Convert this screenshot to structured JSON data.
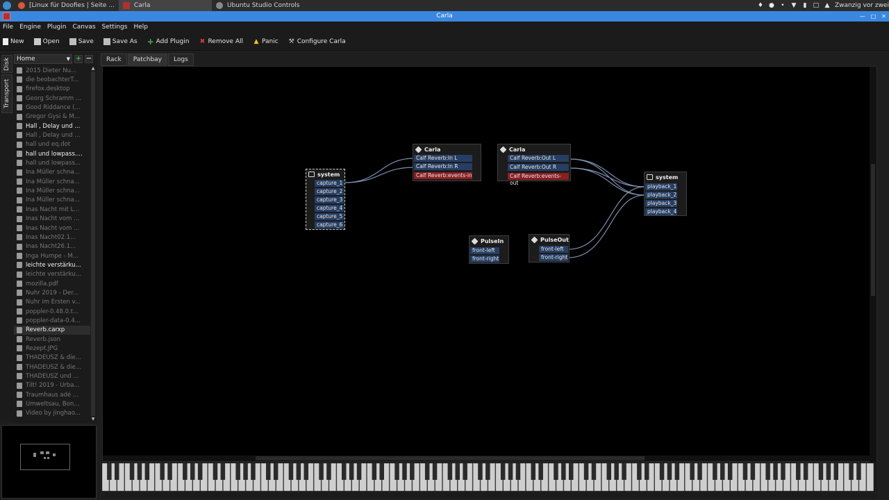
{
  "taskbar": {
    "tasks": [
      {
        "label": "[Linux für Doofies | Seite ...",
        "active": false
      },
      {
        "label": "Carla",
        "active": true
      },
      {
        "label": "Ubuntu Studio Controls",
        "active": false
      }
    ],
    "clock": "Zwanzig vor zwei"
  },
  "window": {
    "title": "Carla"
  },
  "menubar": [
    "File",
    "Engine",
    "Plugin",
    "Canvas",
    "Settings",
    "Help"
  ],
  "toolbar": {
    "new": "New",
    "open": "Open",
    "save": "Save",
    "save_as": "Save As",
    "add_plugin": "Add Plugin",
    "remove_all": "Remove All",
    "panic": "Panic",
    "configure": "Configure Carla"
  },
  "side_tabs": {
    "disk": "Disk",
    "transport": "Transport"
  },
  "file_browser": {
    "path": "Home",
    "add": "+",
    "remove": "−",
    "files": [
      {
        "name": "2015  Dieter Nu...",
        "bright": false
      },
      {
        "name": "die beobachterT...",
        "bright": false
      },
      {
        "name": "firefox.desktop",
        "bright": false
      },
      {
        "name": "Georg Schramm ...",
        "bright": false
      },
      {
        "name": "Good Riddance (...",
        "bright": false
      },
      {
        "name": "Gregor Gysi & M...",
        "bright": false
      },
      {
        "name": "Hall , Delay und ...",
        "bright": true
      },
      {
        "name": "Hall , Delay und ...",
        "bright": false
      },
      {
        "name": "hall und eq.dot",
        "bright": false
      },
      {
        "name": "hall und lowpass....",
        "bright": true
      },
      {
        "name": "hall und lowpass...",
        "bright": false
      },
      {
        "name": "Ina Müller schna...",
        "bright": false
      },
      {
        "name": "Ina Müller schna...",
        "bright": false
      },
      {
        "name": "Ina Müller schna...",
        "bright": false
      },
      {
        "name": "Ina Müller schna...",
        "bright": false
      },
      {
        "name": "Inas Nacht mit L...",
        "bright": false
      },
      {
        "name": "Inas Nacht vom ...",
        "bright": false
      },
      {
        "name": "Inas Nacht vom ...",
        "bright": false
      },
      {
        "name": "Inas Nacht02.1...",
        "bright": false
      },
      {
        "name": "Inas Nacht26.1...",
        "bright": false
      },
      {
        "name": "Inga Humpe - M...",
        "bright": false
      },
      {
        "name": "leichte verstärku...",
        "bright": true
      },
      {
        "name": "leichte verstärku...",
        "bright": false
      },
      {
        "name": "mozilla.pdf",
        "bright": false
      },
      {
        "name": "Nuhr 2019  - Der...",
        "bright": false
      },
      {
        "name": "Nuhr im Ersten v...",
        "bright": false
      },
      {
        "name": "poppler-0.48.0.t...",
        "bright": false
      },
      {
        "name": "poppler-data-0.4...",
        "bright": false
      },
      {
        "name": "Reverb.carxp",
        "bright": true,
        "selected": true
      },
      {
        "name": "Reverb.json",
        "bright": false
      },
      {
        "name": "Rezept.JPG",
        "bright": false
      },
      {
        "name": "THADEUSZ & die...",
        "bright": false
      },
      {
        "name": "THADEUSZ & die...",
        "bright": false
      },
      {
        "name": "THADEUSZ und ...",
        "bright": false
      },
      {
        "name": "Tilt! 2019 - Urba...",
        "bright": false
      },
      {
        "name": "Traumhaus adé ...",
        "bright": false
      },
      {
        "name": "Umweltsau, Bon...",
        "bright": false
      },
      {
        "name": "Video by jinghao...",
        "bright": false
      }
    ]
  },
  "main_tabs": [
    {
      "label": "Rack",
      "active": false
    },
    {
      "label": "Patchbay",
      "active": true
    },
    {
      "label": "Logs",
      "active": false
    }
  ],
  "patchbay": {
    "system_capture": {
      "title": "system",
      "ports": [
        "capture_1",
        "capture_2",
        "capture_3",
        "capture_4",
        "capture_5",
        "capture_6"
      ]
    },
    "carla_in": {
      "title": "Carla",
      "ports": [
        "Calf Reverb:In L",
        "Calf Reverb:In R"
      ],
      "event_port": "Calf Reverb:events-in"
    },
    "carla_out": {
      "title": "Carla",
      "ports": [
        "Calf Reverb:Out L",
        "Calf Reverb:Out R"
      ],
      "event_port": "Calf Reverb:events-out"
    },
    "system_playback": {
      "title": "system",
      "ports": [
        "playback_1",
        "playback_2",
        "playback_3",
        "playback_4"
      ]
    },
    "pulse_in": {
      "title": "PulseIn",
      "ports": [
        "front-left",
        "front-right"
      ]
    },
    "pulse_out": {
      "title": "PulseOut",
      "ports": [
        "front-left",
        "front-right"
      ]
    }
  },
  "colors": {
    "audio_port": "#263e63",
    "event_port": "#8a1f22",
    "cable": "#7d8fb0",
    "titlebar": "#3a87e0"
  }
}
